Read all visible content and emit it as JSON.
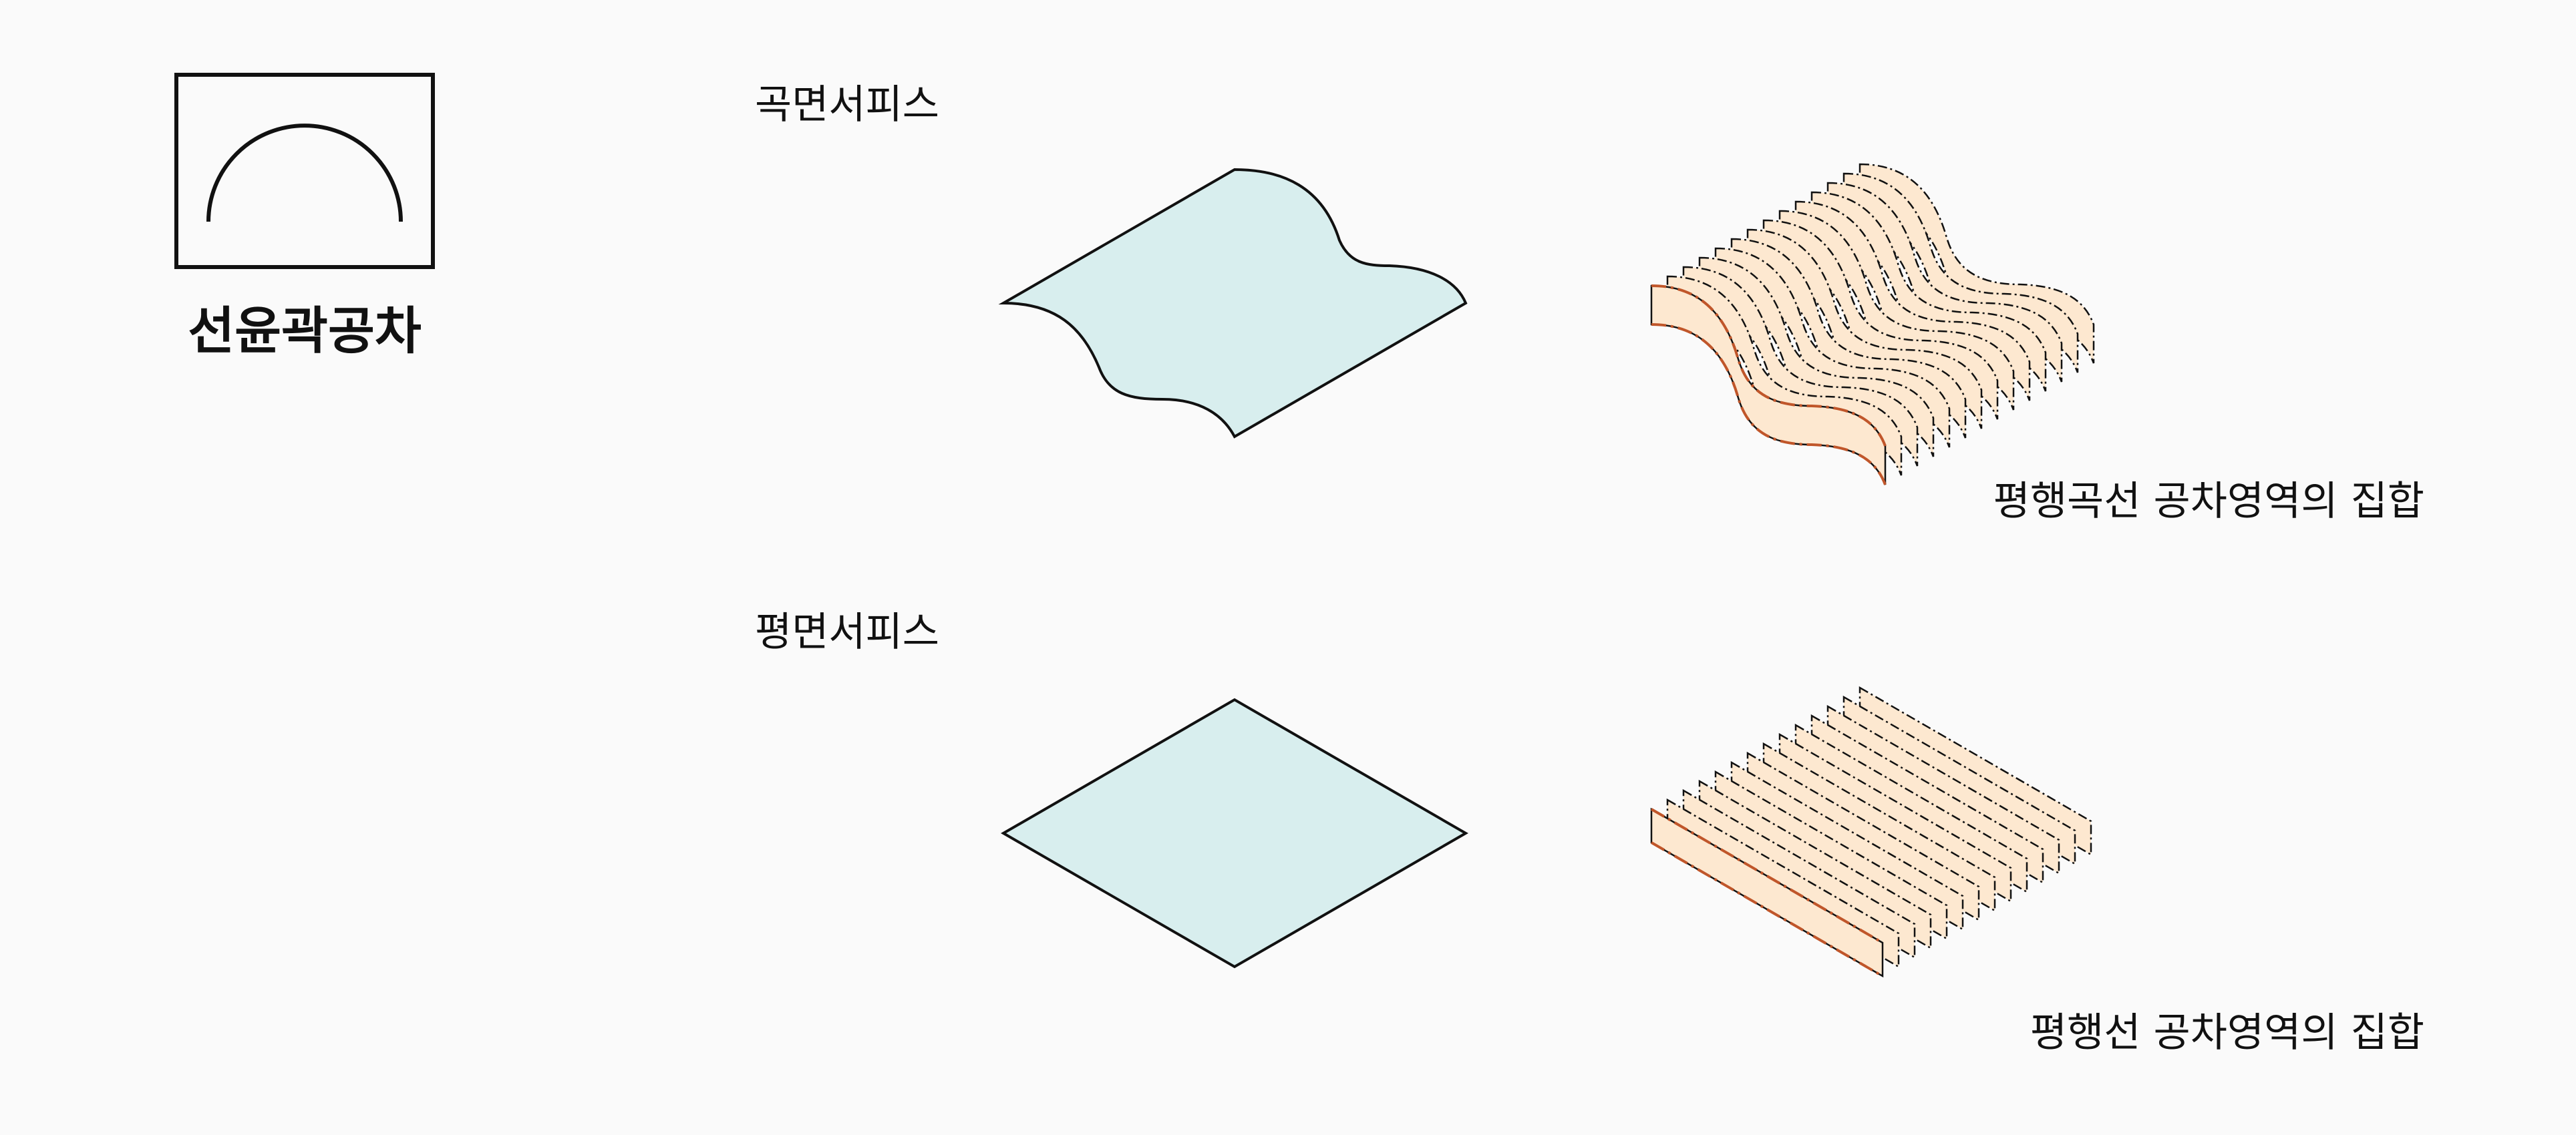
{
  "symbol": {
    "name": "profile-of-a-line-tolerance",
    "label": "선윤곽공차"
  },
  "rows": [
    {
      "surface_label": "곡면서피스",
      "result_label": "평행곡선 공차영역의 집합"
    },
    {
      "surface_label": "평면서피스",
      "result_label": "평행선 공차영역의 집합"
    }
  ],
  "colors": {
    "background": "#fafafa",
    "surface_fill": "#d8eeee",
    "zone_fill": "#fde8d0",
    "zone_accent": "#c0562a",
    "outline": "#111111"
  },
  "zone_count": 14
}
